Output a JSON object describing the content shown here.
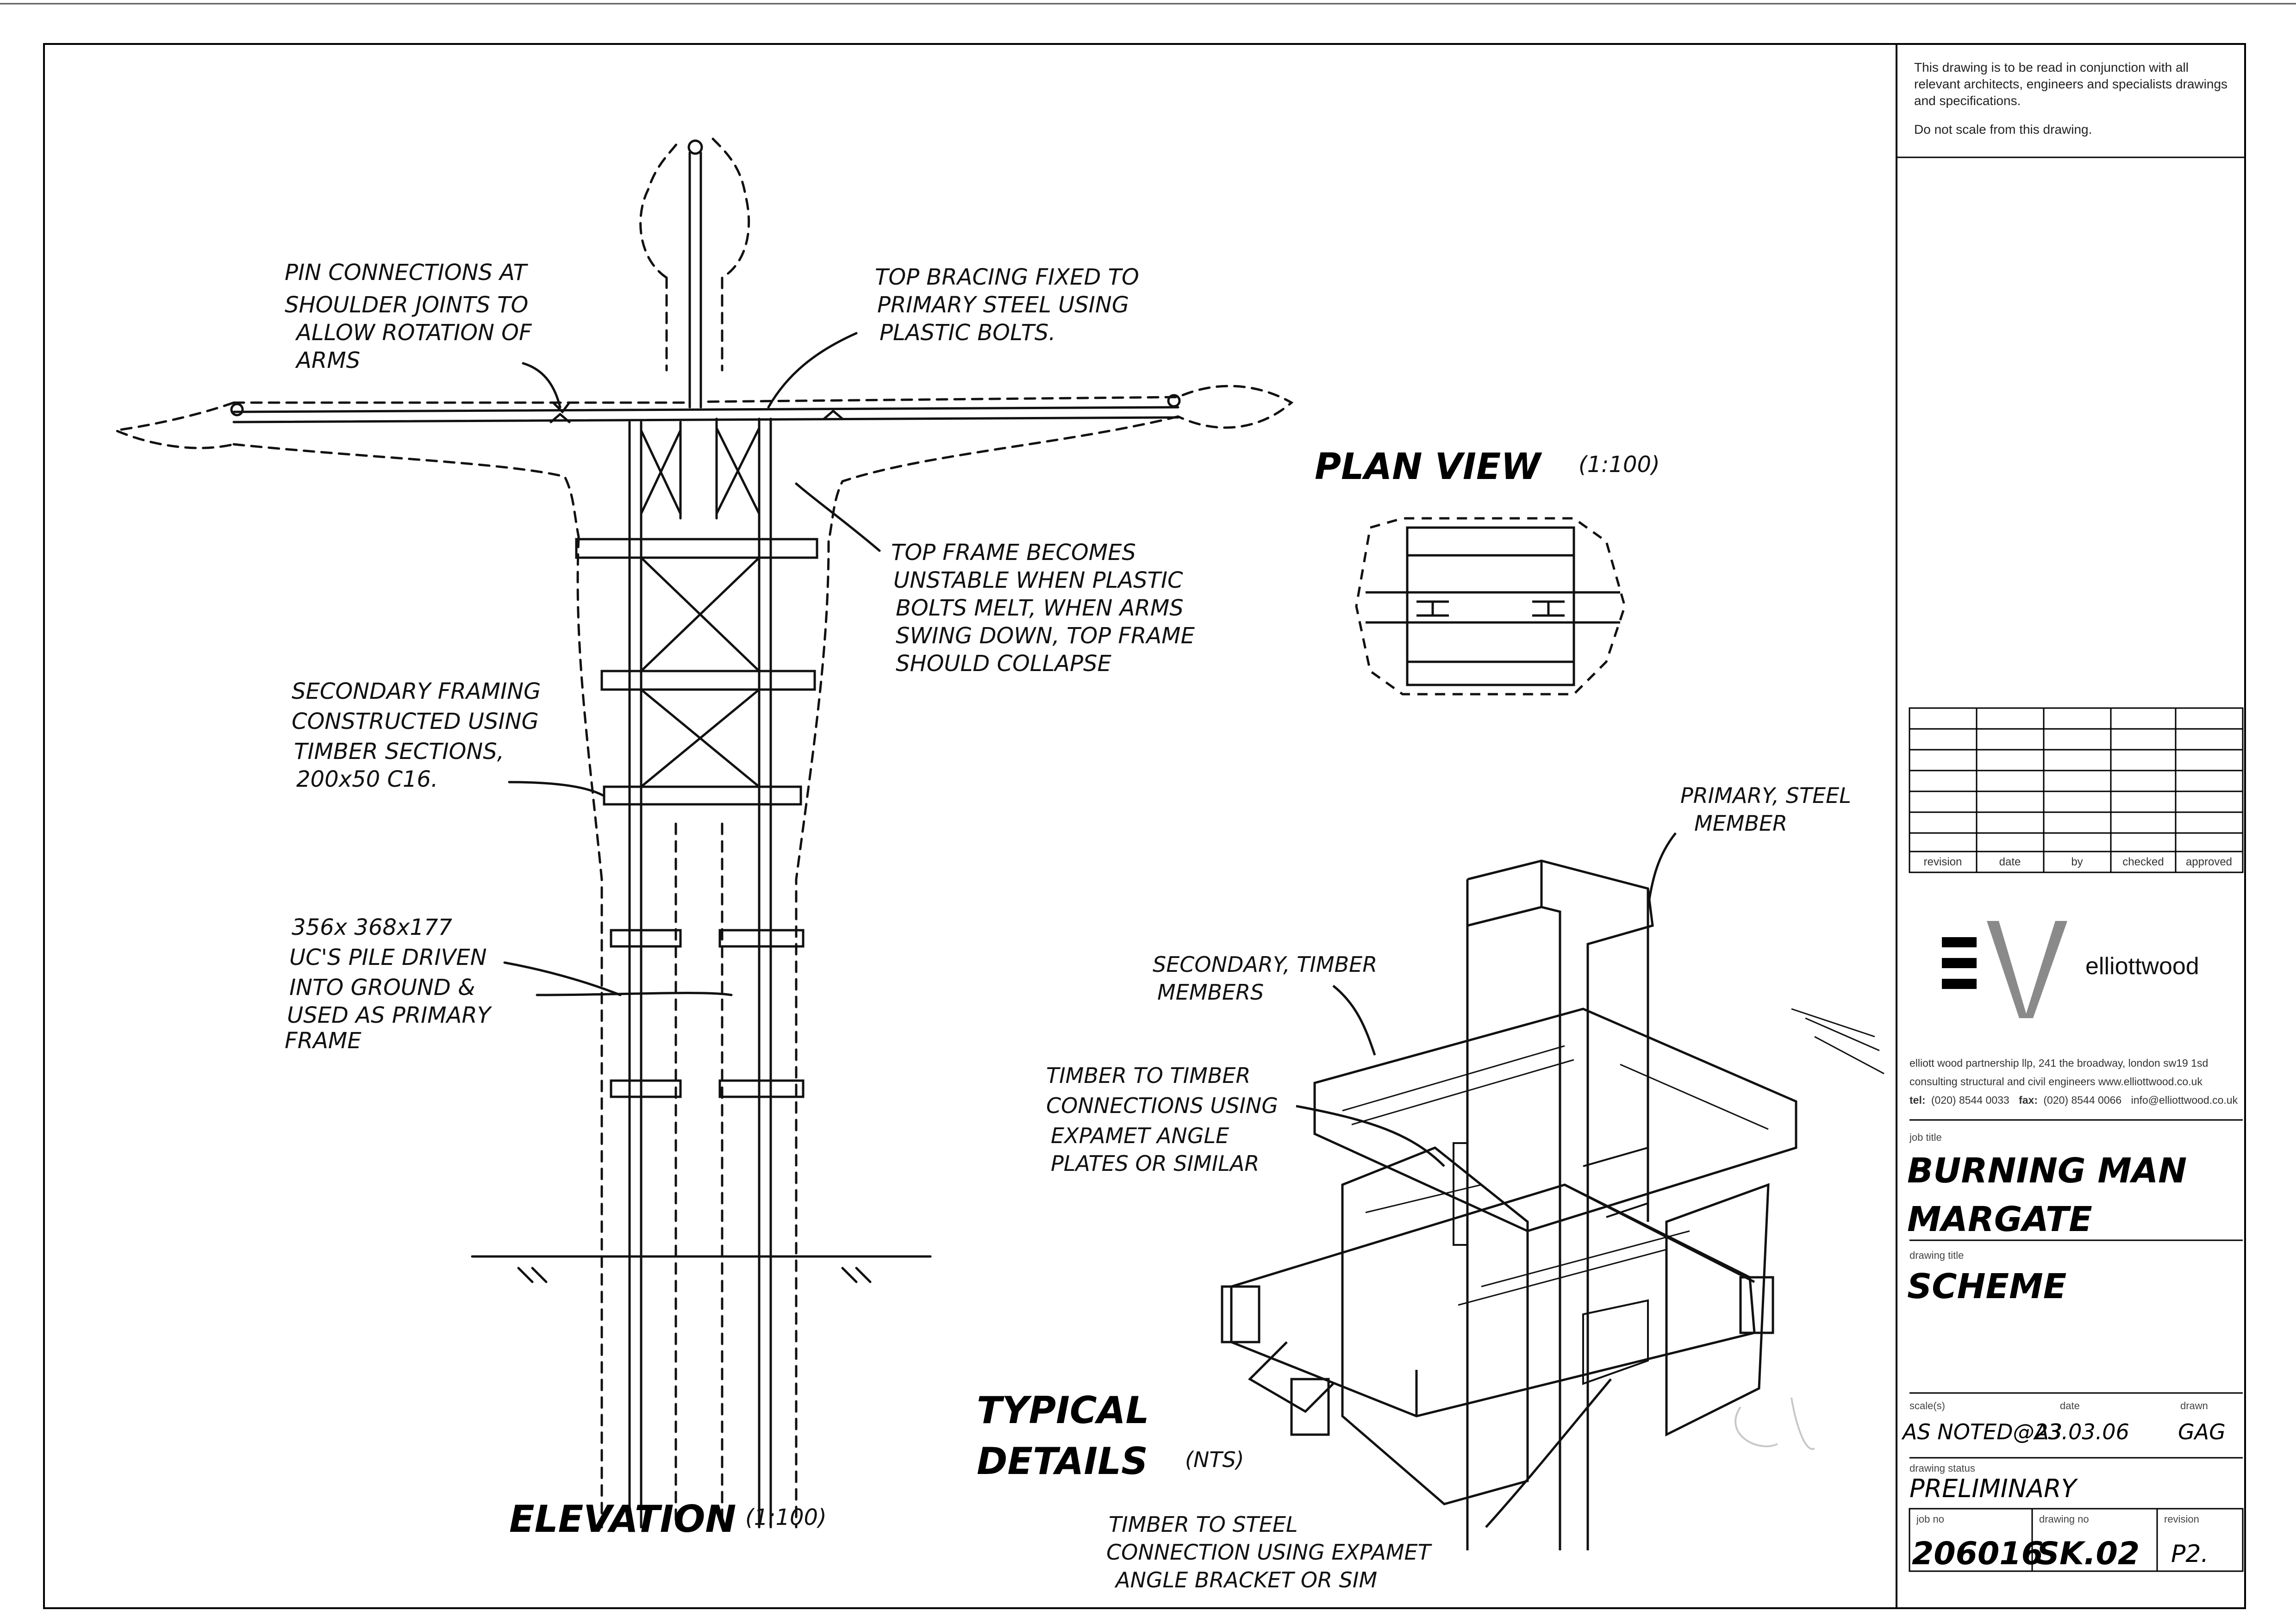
{
  "notes": {
    "read_with": "This drawing is to be read in conjunction with all relevant architects, engineers and specialists drawings and specifications.",
    "do_not_scale": "Do not scale from this drawing."
  },
  "annotations": {
    "pin_connections": [
      "PIN CONNECTIONS AT",
      "SHOULDER JOINTS TO",
      "ALLOW ROTATION OF",
      "ARMS"
    ],
    "top_bracing": [
      "TOP BRACING FIXED TO",
      "PRIMARY STEEL USING",
      "PLASTIC BOLTS."
    ],
    "top_frame": [
      "TOP FRAME BECOMES",
      "UNSTABLE WHEN PLASTIC",
      "BOLTS MELT, WHEN ARMS",
      "SWING DOWN, TOP FRAME",
      "SHOULD COLLAPSE"
    ],
    "secondary_framing": [
      "SECONDARY FRAMING",
      "CONSTRUCTED USING",
      "TIMBER SECTIONS,",
      "200x50 C16."
    ],
    "uc_piles": [
      "356x 368x177",
      "UC'S PILE DRIVEN",
      "INTO GROUND &",
      "USED AS PRIMARY",
      "FRAME"
    ],
    "primary_steel": [
      "PRIMARY, STEEL",
      "MEMBER"
    ],
    "secondary_timber": [
      "SECONDARY, TIMBER",
      "MEMBERS"
    ],
    "timber_to_timber": [
      "TIMBER TO TIMBER",
      "CONNECTIONS USING",
      "EXPAMET ANGLE",
      "PLATES OR SIMILAR"
    ],
    "timber_to_steel": [
      "TIMBER TO STEEL",
      "CONNECTION USING EXPAMET",
      "ANGLE BRACKET OR SIM"
    ]
  },
  "view_titles": {
    "plan": "PLAN VIEW",
    "plan_scale": "(1:100)",
    "elevation": "ELEVATION",
    "elevation_scale": "(1:100)",
    "details_line1": "TYPICAL",
    "details_line2": "DETAILS",
    "details_scale": "(NTS)"
  },
  "revision_headers": [
    "revision",
    "date",
    "by",
    "checked",
    "approved"
  ],
  "company": {
    "name": "elliottwood",
    "address": "elliott wood partnership llp, 241 the broadway, london sw19 1sd",
    "services": "consulting structural and civil engineers   www.elliottwood.co.uk",
    "contact_tel_label": "tel:",
    "contact_tel": "(020) 8544 0033",
    "contact_fax_label": "fax:",
    "contact_fax": "(020) 8544 0066",
    "contact_email": "info@elliottwood.co.uk"
  },
  "title_block": {
    "job_title_label": "job title",
    "job_title_line1": "BURNING MAN",
    "job_title_line2": "MARGATE",
    "drawing_title_label": "drawing title",
    "drawing_title": "SCHEME",
    "scale_label": "scale(s)",
    "scale": "AS NOTED@A3",
    "date_label": "date",
    "date": "23.03.06",
    "drawn_label": "drawn",
    "drawn": "GAG",
    "status_label": "drawing status",
    "status": "PRELIMINARY",
    "job_no_label": "job no",
    "job_no": "206016",
    "drawing_no_label": "drawing no",
    "drawing_no": "SK.02",
    "revision_label": "revision",
    "revision": "P2."
  },
  "colors": {
    "ink": "#111111",
    "frame": "#000000",
    "logo_grey": "#8a8a8a"
  }
}
